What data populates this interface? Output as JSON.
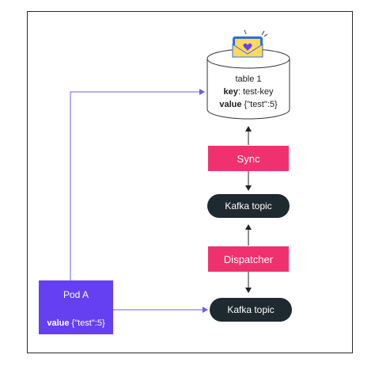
{
  "database": {
    "name": "table 1",
    "key_label": "key",
    "key_value": ": test-key",
    "value_label": "value",
    "value_value": " {\"test\":5}"
  },
  "nodes": {
    "sync": "Sync",
    "kafka_topic_top": "Kafka topic",
    "dispatcher": "Dispatcher",
    "kafka_topic_bottom": "Kafka topic"
  },
  "pod": {
    "title": "Pod A",
    "value_label": "value",
    "value_value": " {\"test\":5}"
  },
  "icons": {
    "envelope": "envelope-heart-icon"
  },
  "colors": {
    "pink": "#f0316f",
    "dark": "#1f2a30",
    "purple": "#6440f2",
    "connector": "#6d5cf0"
  }
}
